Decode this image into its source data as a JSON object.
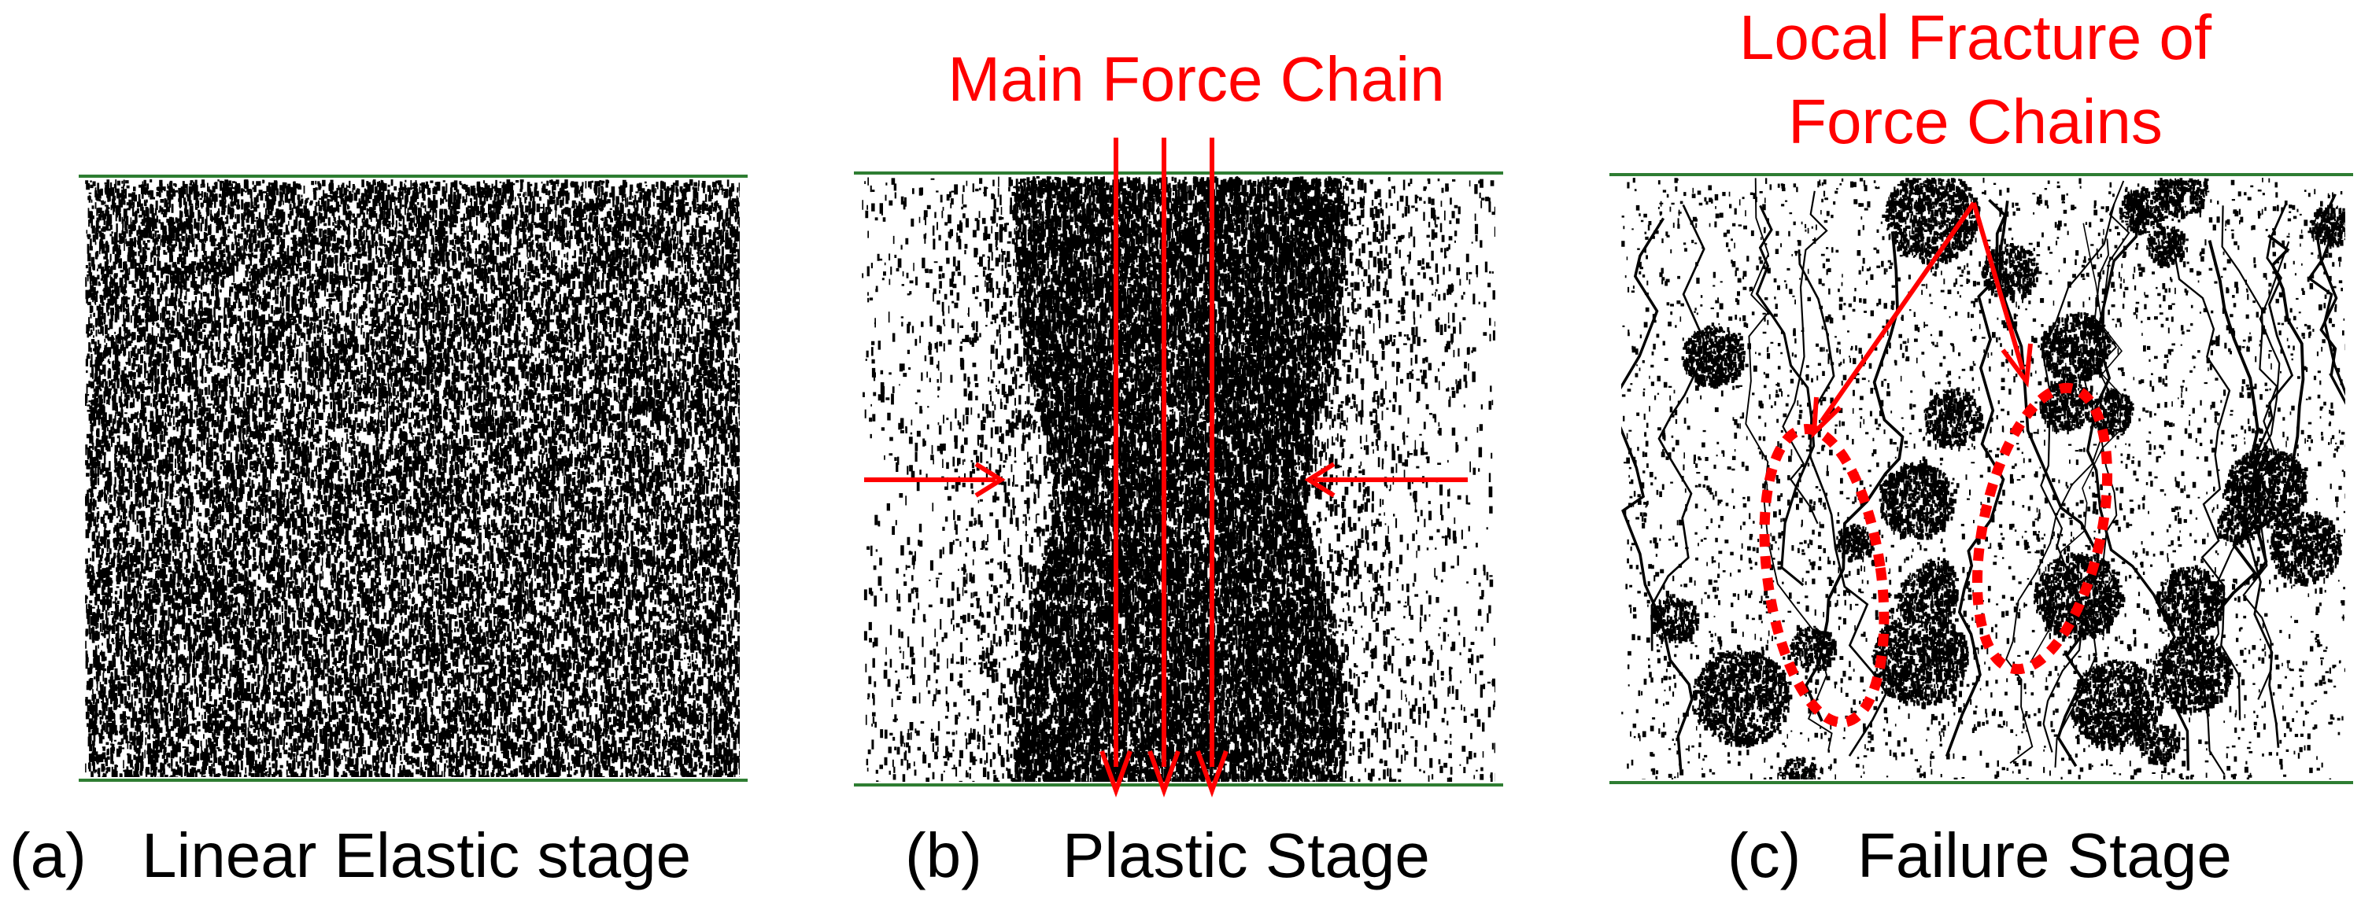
{
  "panels": [
    {
      "caption_letter": "(a)",
      "caption_text": "Linear Elastic stage",
      "density": "uniform"
    },
    {
      "caption_letter": "(b)",
      "caption_text": "Plastic Stage",
      "density": "central-band",
      "annotation_lines": [
        "Main Force Chain"
      ]
    },
    {
      "caption_letter": "(c)",
      "caption_text": "Failure Stage",
      "density": "fractured",
      "annotation_lines": [
        "Local Fracture of",
        "Force Chains"
      ]
    }
  ],
  "colors": {
    "annotation": "#ff0000",
    "platen": "#2e7d32",
    "particles": "#000000",
    "background": "#ffffff"
  }
}
